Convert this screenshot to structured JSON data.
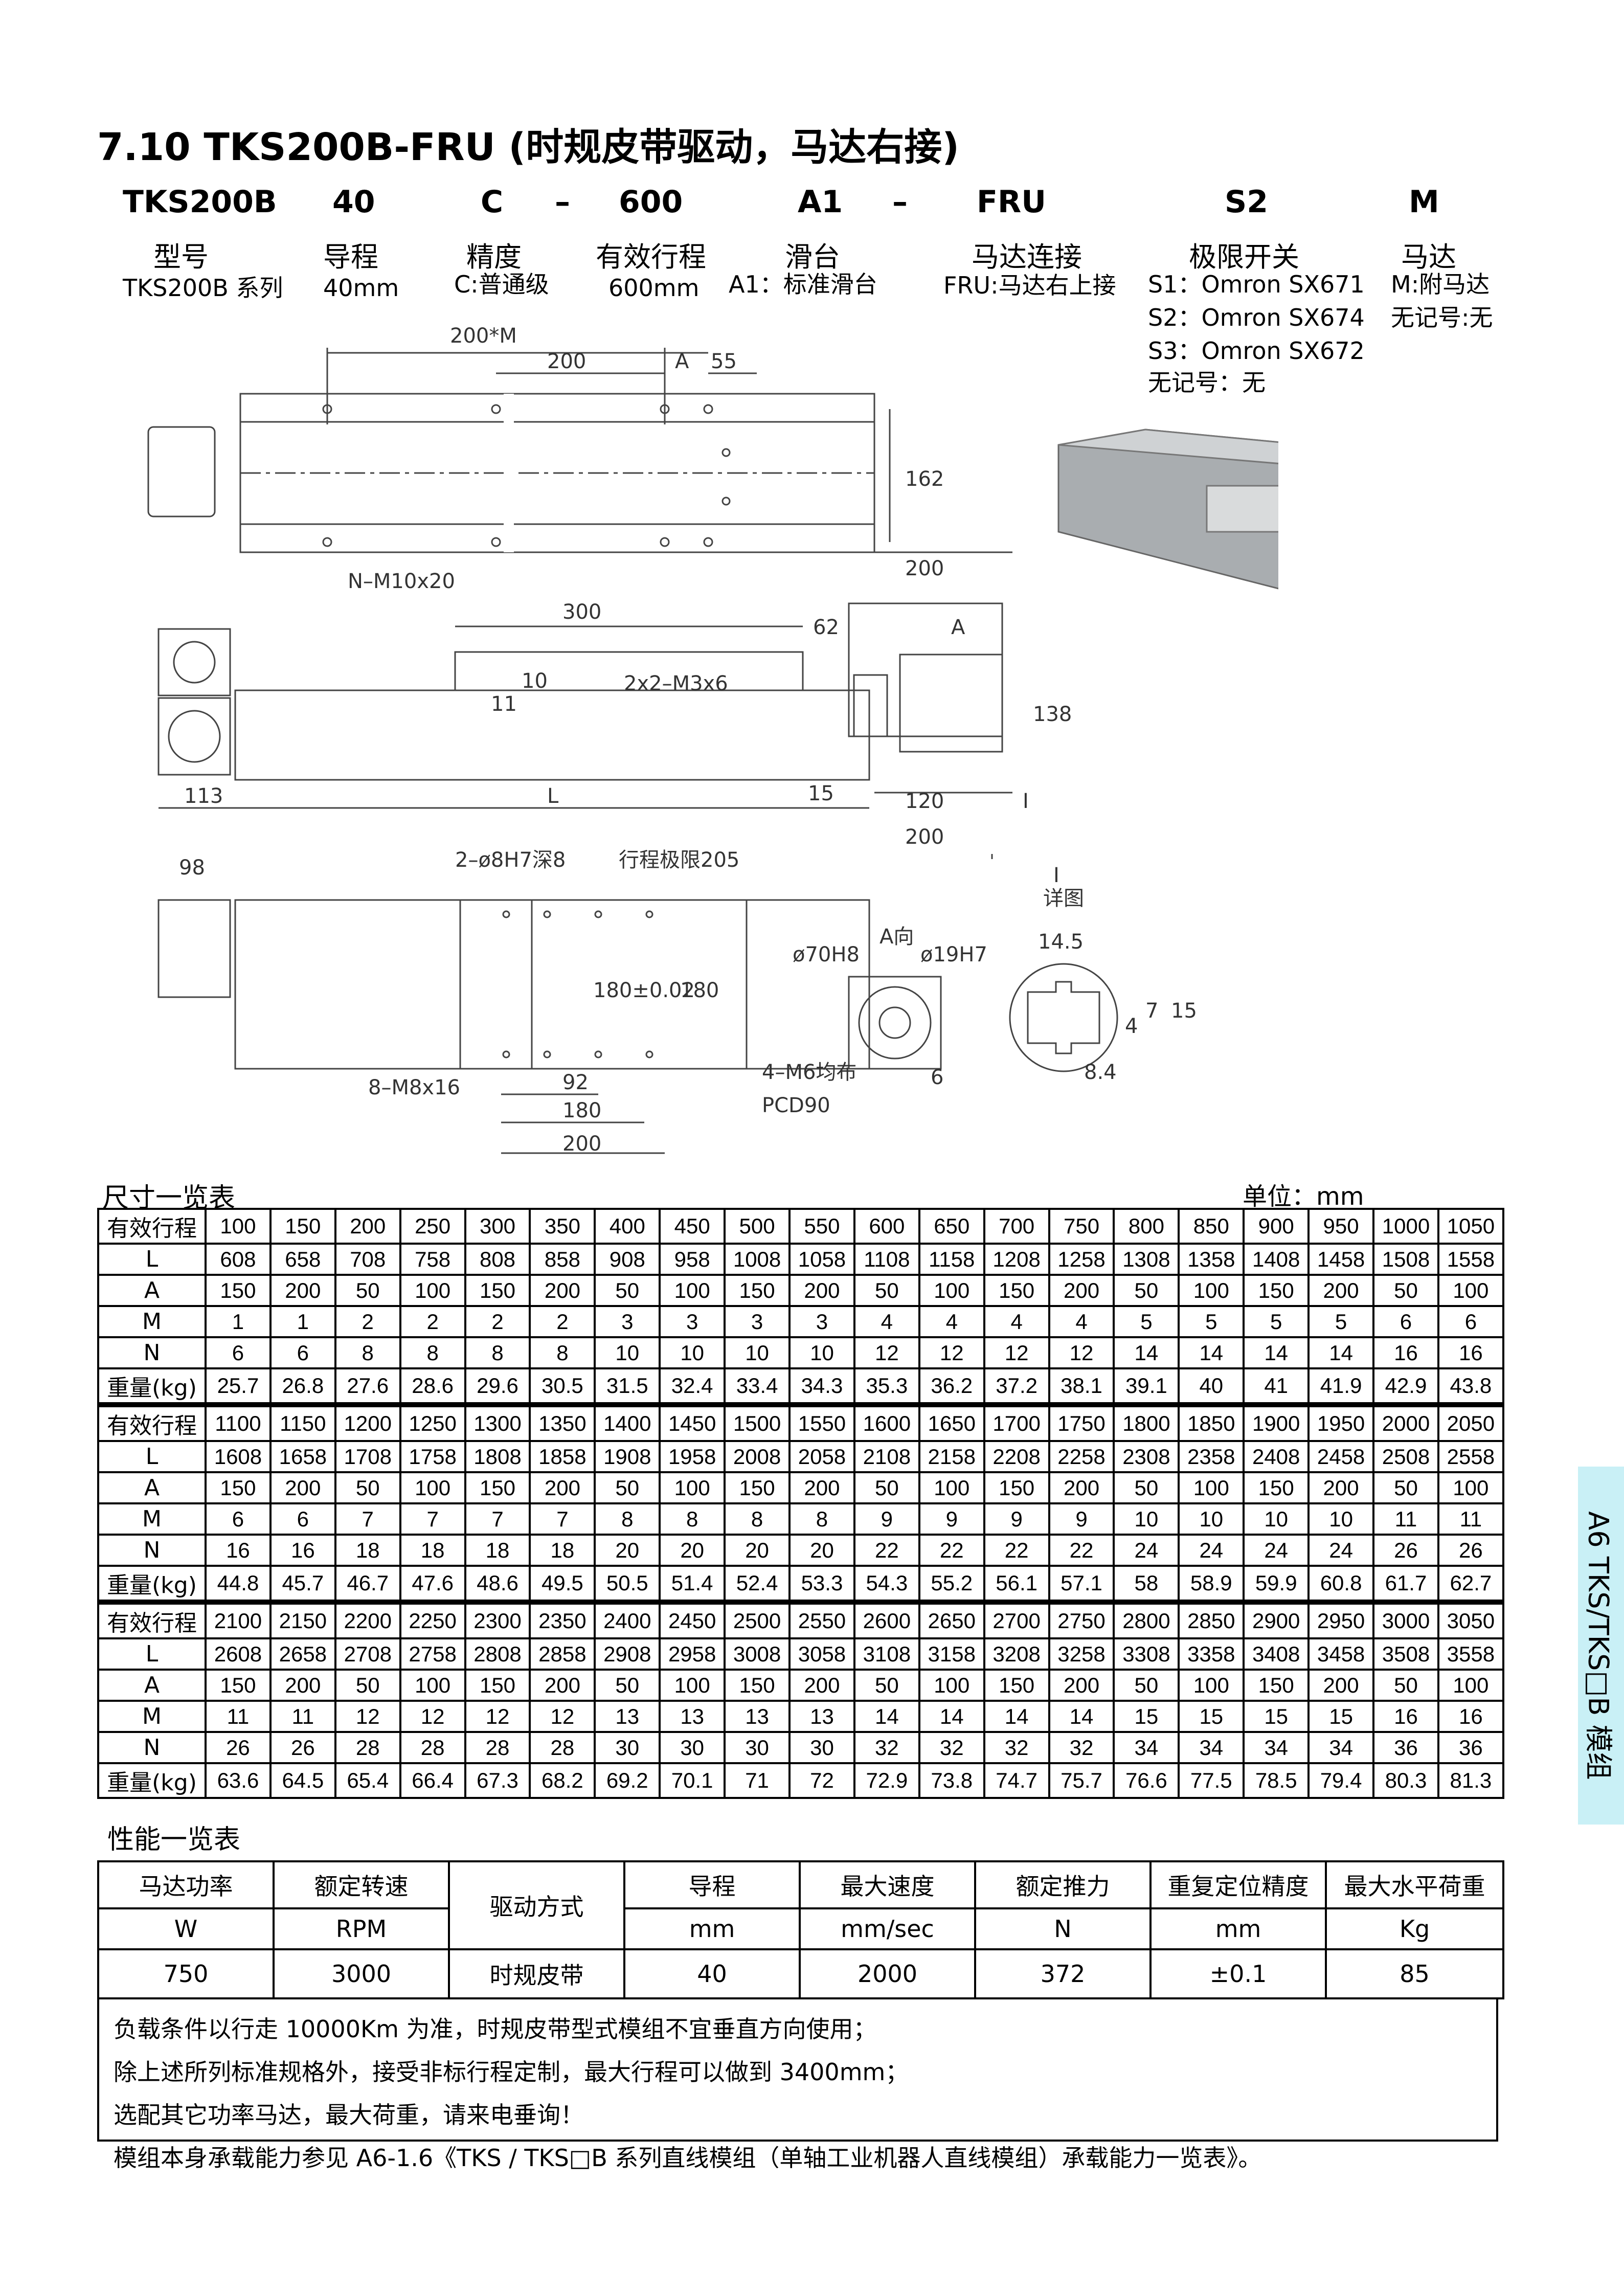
{
  "title": "7.10 TKS200B-FRU (时规皮带驱动，马达右接)",
  "model_code": {
    "parts": [
      "TKS200B",
      "40",
      "C",
      "–",
      "600",
      "A1",
      "–",
      "FRU",
      "S2",
      "M"
    ]
  },
  "fields": [
    {
      "label": "型号",
      "desc": "TKS200B 系列"
    },
    {
      "label": "导程",
      "desc": "40mm"
    },
    {
      "label": "精度",
      "desc": "C:普通级"
    },
    {
      "label": "有效行程",
      "desc": "600mm"
    },
    {
      "label": "滑台",
      "desc": "A1：标准滑台"
    },
    {
      "label": "马达连接",
      "desc": "FRU:马达右上接"
    },
    {
      "label": "极限开关",
      "desc": [
        "S1：Omron SX671",
        "S2：Omron SX674",
        "S3：Omron SX672",
        "无记号：无"
      ]
    },
    {
      "label": "马达",
      "desc": [
        "M:附马达",
        "无记号:无"
      ]
    }
  ],
  "drawing": {
    "dim_200M": "200*M",
    "dim_200a": "200",
    "dim_A": "A",
    "dim_55": "55",
    "dim_162": "162",
    "note_holes": "N–M10x20",
    "dim_300": "300",
    "dim_10": "10",
    "dim_11": "11",
    "note_m3": "2x2–M3x6",
    "dim_113": "113",
    "dim_L": "L",
    "dim_15": "15",
    "dim_200b": "200",
    "dim_62": "62",
    "label_A": "A",
    "dim_138": "138",
    "dim_120": "120",
    "dim_200c": "200",
    "label_I": "I",
    "dim_98": "98",
    "note_pin": "2–ø8H7深8",
    "note_stroke": "行程极限205",
    "dim_180_02": "180±0.02",
    "dim_180": "180",
    "note_m8": "8–M8x16",
    "dim_92": "92",
    "dim_180b": "180",
    "dim_200d": "200",
    "note_70": "ø70H8",
    "label_Adir": "A向",
    "note_19": "ø19H7",
    "note_m6": "4–M6均布",
    "note_pcd": "PCD90",
    "dim_6": "6",
    "detail_I": "I",
    "detail_label": "详图",
    "dim_14_5": "14.5",
    "dim_4": "4",
    "dim_7": "7",
    "dim_15b": "15",
    "dim_8_4": "8.4"
  },
  "dims_table": {
    "title": "尺寸一览表",
    "unit": "单位：mm",
    "row_labels": [
      "有效行程",
      "L",
      "A",
      "M",
      "N",
      "重量(kg)"
    ],
    "blocks": [
      {
        "stroke": [
          "100",
          "150",
          "200",
          "250",
          "300",
          "350",
          "400",
          "450",
          "500",
          "550",
          "600",
          "650",
          "700",
          "750",
          "800",
          "850",
          "900",
          "950",
          "1000",
          "1050"
        ],
        "L": [
          "608",
          "658",
          "708",
          "758",
          "808",
          "858",
          "908",
          "958",
          "1008",
          "1058",
          "1108",
          "1158",
          "1208",
          "1258",
          "1308",
          "1358",
          "1408",
          "1458",
          "1508",
          "1558"
        ],
        "A": [
          "150",
          "200",
          "50",
          "100",
          "150",
          "200",
          "50",
          "100",
          "150",
          "200",
          "50",
          "100",
          "150",
          "200",
          "50",
          "100",
          "150",
          "200",
          "50",
          "100"
        ],
        "M": [
          "1",
          "1",
          "2",
          "2",
          "2",
          "2",
          "3",
          "3",
          "3",
          "3",
          "4",
          "4",
          "4",
          "4",
          "5",
          "5",
          "5",
          "5",
          "6",
          "6"
        ],
        "N": [
          "6",
          "6",
          "8",
          "8",
          "8",
          "8",
          "10",
          "10",
          "10",
          "10",
          "12",
          "12",
          "12",
          "12",
          "14",
          "14",
          "14",
          "14",
          "16",
          "16"
        ],
        "W": [
          "25.7",
          "26.8",
          "27.6",
          "28.6",
          "29.6",
          "30.5",
          "31.5",
          "32.4",
          "33.4",
          "34.3",
          "35.3",
          "36.2",
          "37.2",
          "38.1",
          "39.1",
          "40",
          "41",
          "41.9",
          "42.9",
          "43.8"
        ]
      },
      {
        "stroke": [
          "1100",
          "1150",
          "1200",
          "1250",
          "1300",
          "1350",
          "1400",
          "1450",
          "1500",
          "1550",
          "1600",
          "1650",
          "1700",
          "1750",
          "1800",
          "1850",
          "1900",
          "1950",
          "2000",
          "2050"
        ],
        "L": [
          "1608",
          "1658",
          "1708",
          "1758",
          "1808",
          "1858",
          "1908",
          "1958",
          "2008",
          "2058",
          "2108",
          "2158",
          "2208",
          "2258",
          "2308",
          "2358",
          "2408",
          "2458",
          "2508",
          "2558"
        ],
        "A": [
          "150",
          "200",
          "50",
          "100",
          "150",
          "200",
          "50",
          "100",
          "150",
          "200",
          "50",
          "100",
          "150",
          "200",
          "50",
          "100",
          "150",
          "200",
          "50",
          "100"
        ],
        "M": [
          "6",
          "6",
          "7",
          "7",
          "7",
          "7",
          "8",
          "8",
          "8",
          "8",
          "9",
          "9",
          "9",
          "9",
          "10",
          "10",
          "10",
          "10",
          "11",
          "11"
        ],
        "N": [
          "16",
          "16",
          "18",
          "18",
          "18",
          "18",
          "20",
          "20",
          "20",
          "20",
          "22",
          "22",
          "22",
          "22",
          "24",
          "24",
          "24",
          "24",
          "26",
          "26"
        ],
        "W": [
          "44.8",
          "45.7",
          "46.7",
          "47.6",
          "48.6",
          "49.5",
          "50.5",
          "51.4",
          "52.4",
          "53.3",
          "54.3",
          "55.2",
          "56.1",
          "57.1",
          "58",
          "58.9",
          "59.9",
          "60.8",
          "61.7",
          "62.7"
        ]
      },
      {
        "stroke": [
          "2100",
          "2150",
          "2200",
          "2250",
          "2300",
          "2350",
          "2400",
          "2450",
          "2500",
          "2550",
          "2600",
          "2650",
          "2700",
          "2750",
          "2800",
          "2850",
          "2900",
          "2950",
          "3000",
          "3050"
        ],
        "L": [
          "2608",
          "2658",
          "2708",
          "2758",
          "2808",
          "2858",
          "2908",
          "2958",
          "3008",
          "3058",
          "3108",
          "3158",
          "3208",
          "3258",
          "3308",
          "3358",
          "3408",
          "3458",
          "3508",
          "3558"
        ],
        "A": [
          "150",
          "200",
          "50",
          "100",
          "150",
          "200",
          "50",
          "100",
          "150",
          "200",
          "50",
          "100",
          "150",
          "200",
          "50",
          "100",
          "150",
          "200",
          "50",
          "100"
        ],
        "M": [
          "11",
          "11",
          "12",
          "12",
          "12",
          "12",
          "13",
          "13",
          "13",
          "13",
          "14",
          "14",
          "14",
          "14",
          "15",
          "15",
          "15",
          "15",
          "16",
          "16"
        ],
        "N": [
          "26",
          "26",
          "28",
          "28",
          "28",
          "28",
          "30",
          "30",
          "30",
          "30",
          "32",
          "32",
          "32",
          "32",
          "34",
          "34",
          "34",
          "34",
          "36",
          "36"
        ],
        "W": [
          "63.6",
          "64.5",
          "65.4",
          "66.4",
          "67.3",
          "68.2",
          "69.2",
          "70.1",
          "71",
          "72",
          "72.9",
          "73.8",
          "74.7",
          "75.7",
          "76.6",
          "77.5",
          "78.5",
          "79.4",
          "80.3",
          "81.3"
        ]
      }
    ]
  },
  "perf_table": {
    "title": "性能一览表",
    "headers": [
      {
        "name": "马达功率",
        "unit": "W"
      },
      {
        "name": "额定转速",
        "unit": "RPM"
      },
      {
        "name": "驱动方式",
        "unit": ""
      },
      {
        "name": "导程",
        "unit": "mm"
      },
      {
        "name": "最大速度",
        "unit": "mm/sec"
      },
      {
        "name": "额定推力",
        "unit": "N"
      },
      {
        "name": "重复定位精度",
        "unit": "mm"
      },
      {
        "name": "最大水平荷重",
        "unit": "Kg"
      }
    ],
    "values": [
      "750",
      "3000",
      "时规皮带",
      "40",
      "2000",
      "372",
      "±0.1",
      "85"
    ]
  },
  "notes": [
    "负载条件以行走 10000Km 为准，时规皮带型式模组不宜垂直方向使用；",
    "除上述所列标准规格外，接受非标行程定制，最大行程可以做到 3400mm；",
    "选配其它功率马达，最大荷重，请来电垂询！",
    "模组本身承载能力参见 A6-1.6《TKS / TKS□B 系列直线模组（单轴工业机器人直线模组）承载能力一览表》。"
  ],
  "side_tab": "A6 TKS/TKS□B 模组",
  "colors": {
    "side_tab": "#c9f0f6"
  }
}
